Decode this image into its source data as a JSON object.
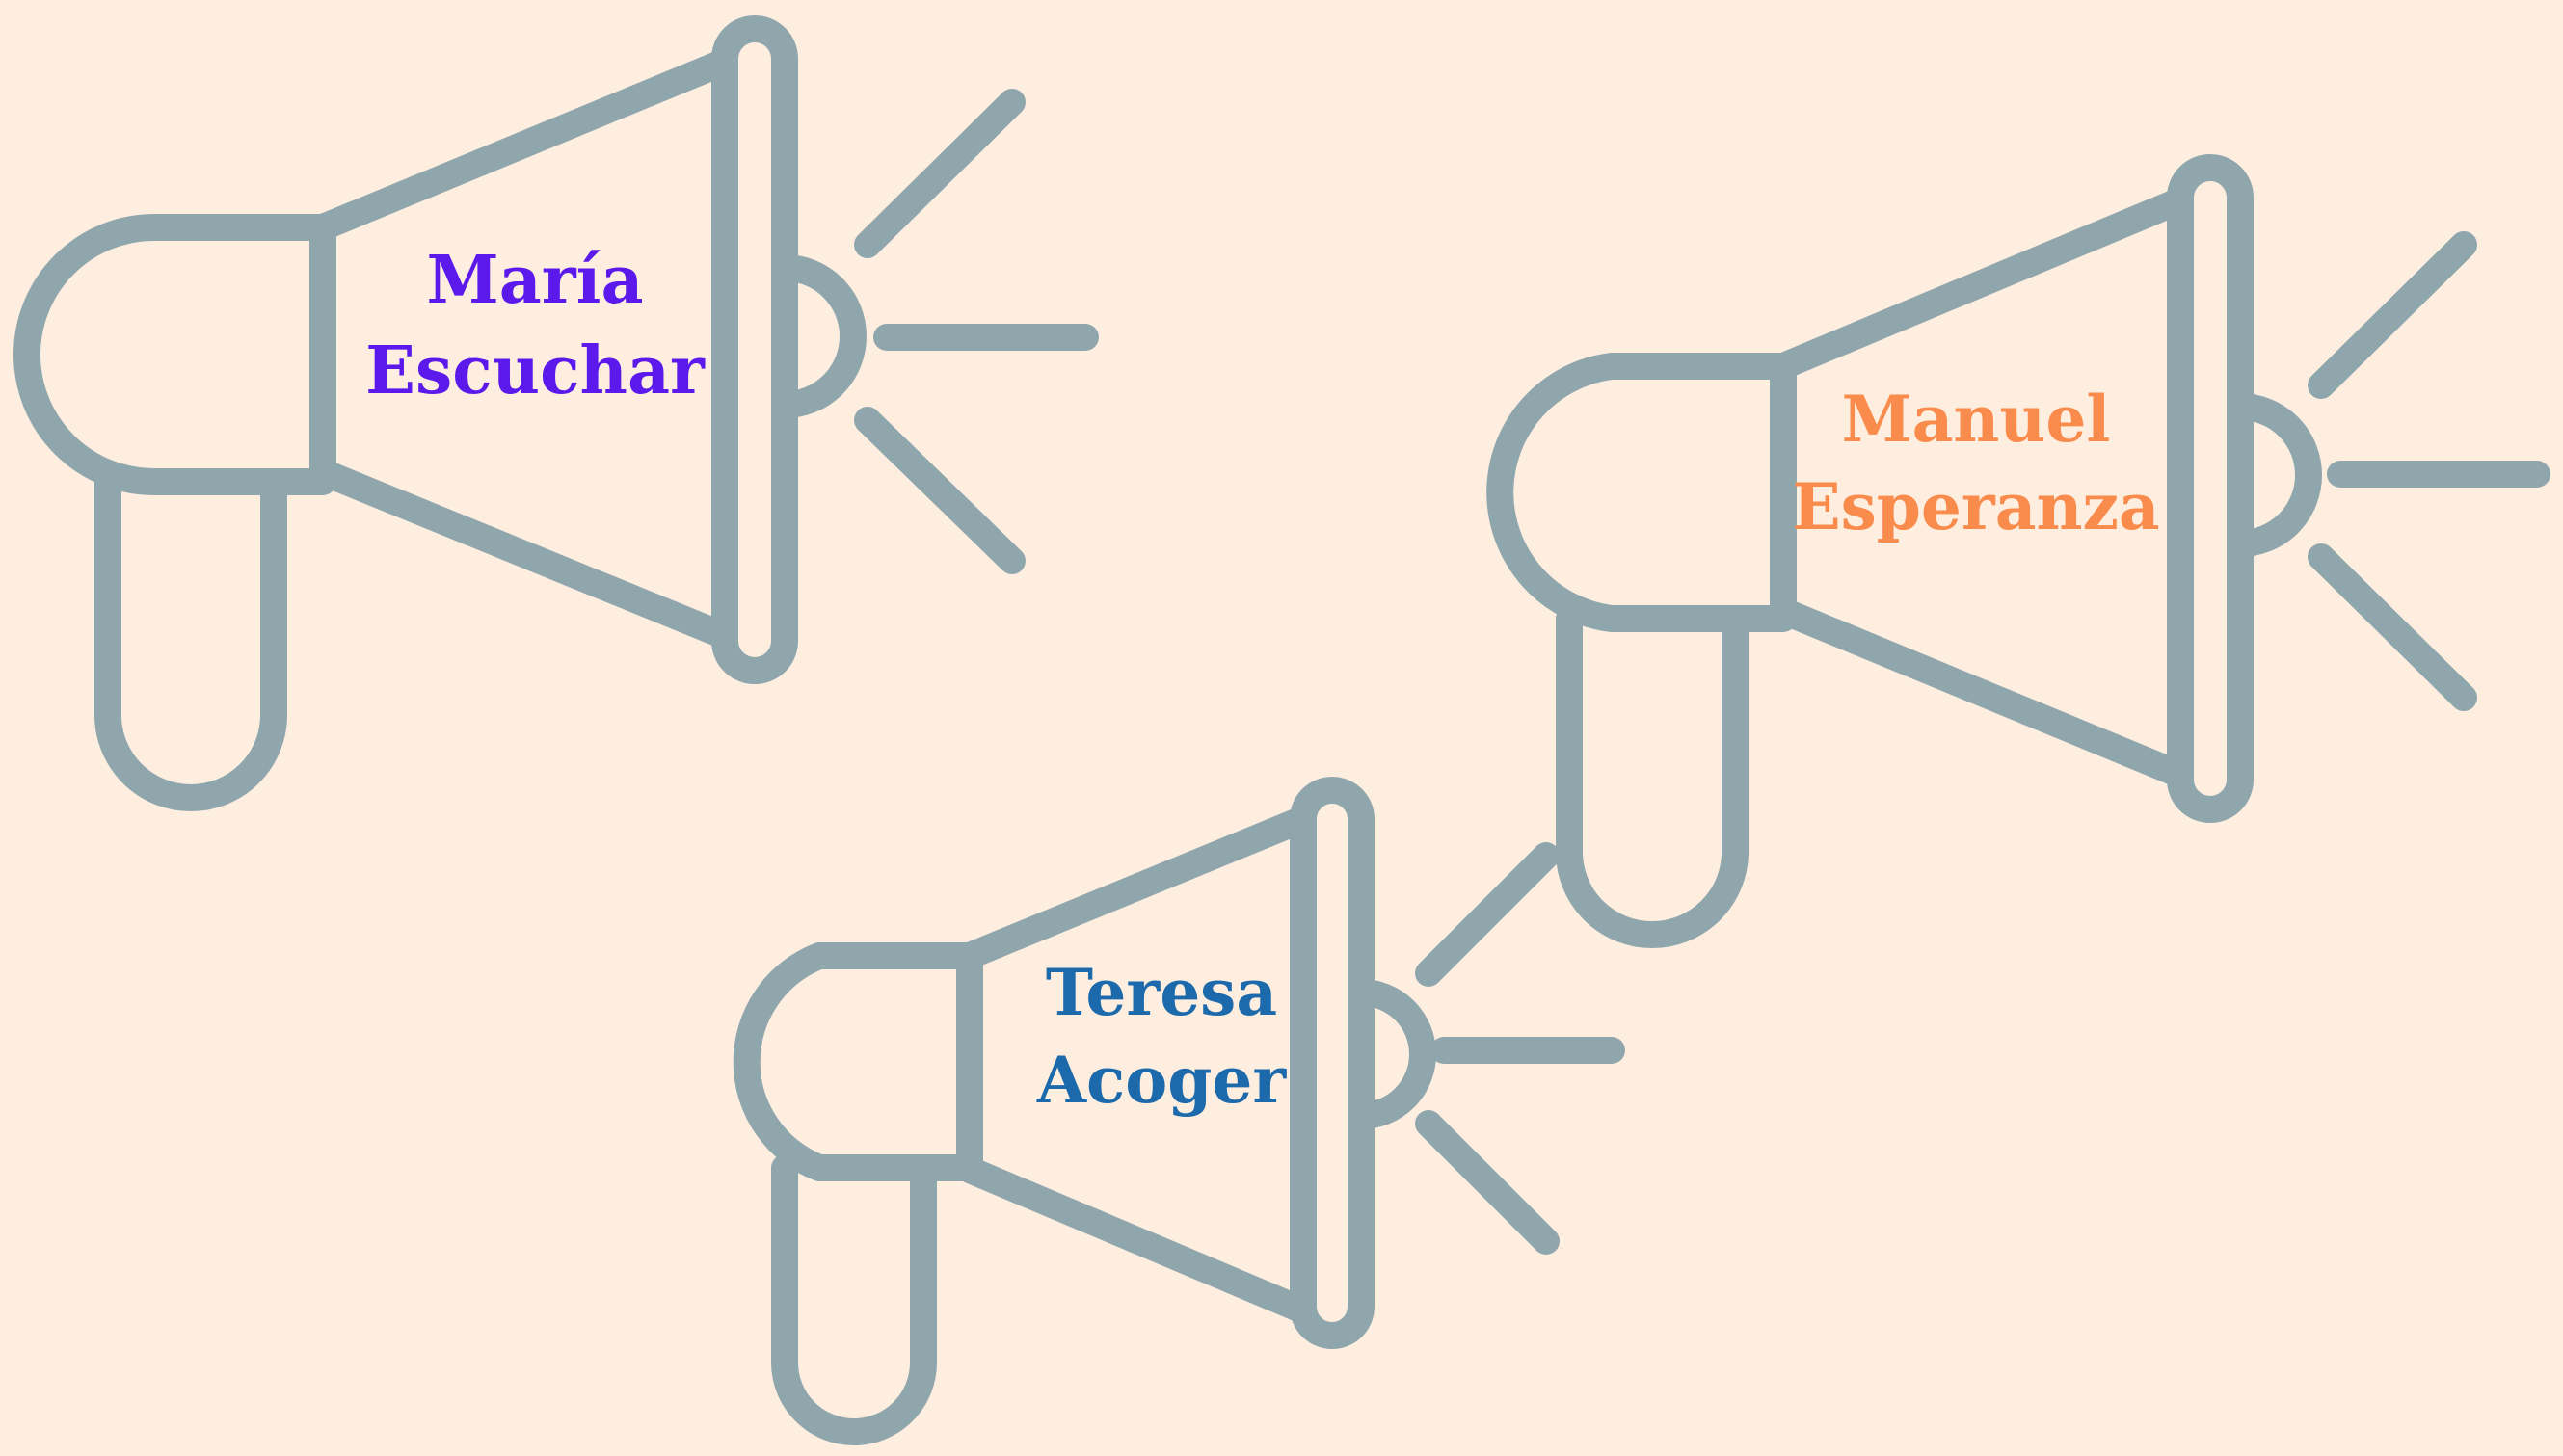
{
  "colors": {
    "background": "#FEEEE0",
    "megaphone_stroke": "#90A6AD",
    "maria_text": "#5B1AEB",
    "manuel_text": "#F98C4C",
    "teresa_text": "#1C6AAB"
  },
  "megaphones": [
    {
      "icon": "megaphone-icon",
      "line1": "María",
      "line2": "Escuchar"
    },
    {
      "icon": "megaphone-icon",
      "line1": "Manuel",
      "line2": "Esperanza"
    },
    {
      "icon": "megaphone-icon",
      "line1": "Teresa",
      "line2": "Acoger"
    }
  ]
}
